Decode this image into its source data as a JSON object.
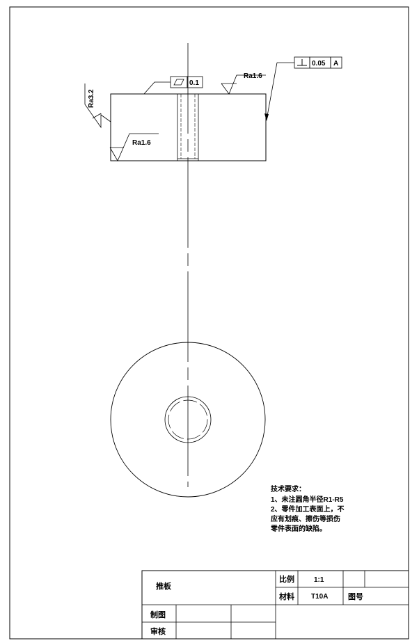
{
  "surface": {
    "top_center": "Ra1.6",
    "left": "Ra3.2",
    "bottom_left": "Ra1.6"
  },
  "tolerances": {
    "flatness_value": "0.1",
    "perpendicularity_value": "0.05",
    "datum": "A"
  },
  "notes": {
    "title": "技术要求：",
    "lines": [
      "1、未注圆角半径R1-R5",
      "2、零件加工表面上，不",
      "应有划痕、擦伤等损伤",
      "零件表面的缺陷。"
    ]
  },
  "title_block": {
    "part_name": "推板",
    "scale_label": "比例",
    "scale_value": "1:1",
    "material_label": "材料",
    "material_value": "T10A",
    "drawing_no_label": "图号",
    "drawn_label": "制图",
    "checked_label": "审核"
  }
}
